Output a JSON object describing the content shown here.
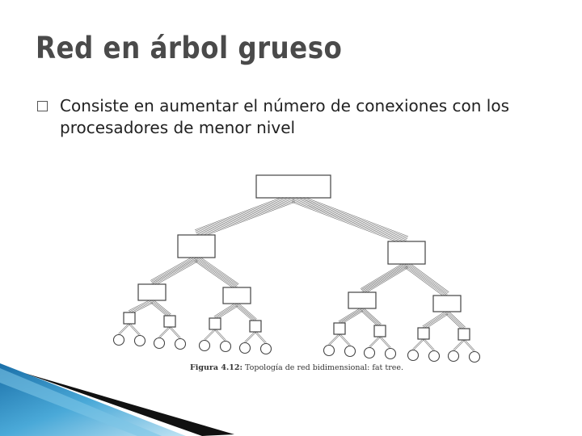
{
  "slide": {
    "title": "Red en árbol grueso",
    "bullet": "Consiste en aumentar el número de conexiones con los procesadores de menor nivel"
  },
  "figure": {
    "caption_label": "Figura 4.12:",
    "caption_text": "Topología de red bidimensional: fat tree."
  }
}
